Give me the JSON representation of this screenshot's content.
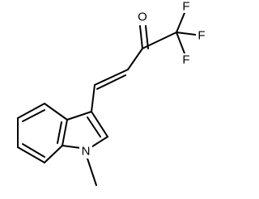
{
  "molecule": {
    "atom_labels": {
      "oxygen": "O",
      "fluorine_1": "F",
      "fluorine_2": "F",
      "fluorine_3": "F",
      "nitrogen": "N"
    }
  }
}
